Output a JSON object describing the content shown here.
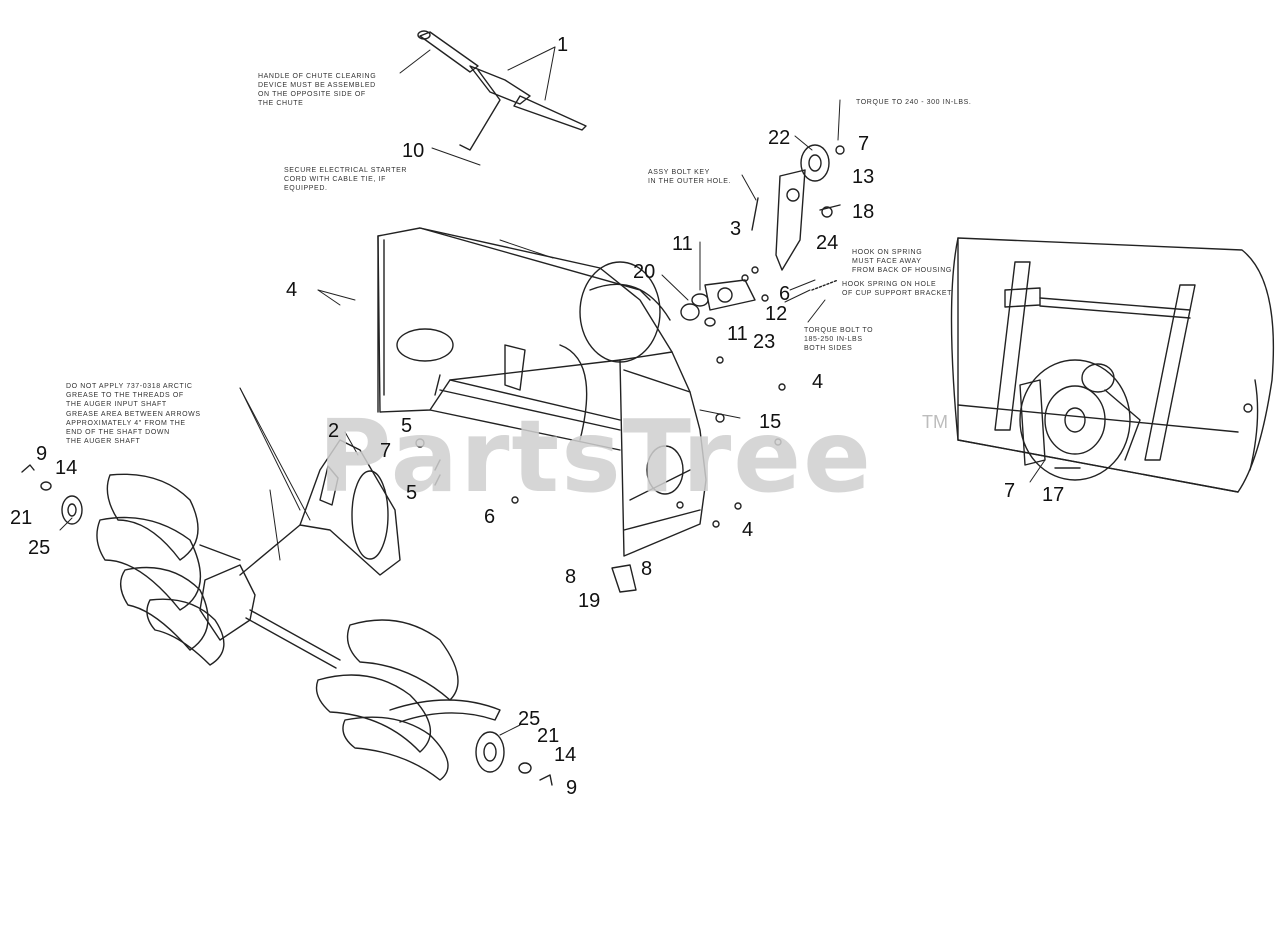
{
  "watermark": {
    "text": "PartsTree",
    "trademark": "TM"
  },
  "notes": {
    "chute_handle": "HANDLE OF CHUTE CLEARING\nDEVICE MUST BE ASSEMBLED\nON THE OPPOSITE SIDE OF\nTHE CHUTE",
    "starter_cord": "SECURE ELECTRICAL STARTER\nCORD WITH CABLE TIE, IF\nEQUIPPED.",
    "torque_pulley": "TORQUE TO 240 - 300 IN-LBS.",
    "bolt_outer": "ASSY BOLT KEY\nIN THE OUTER HOLE.",
    "hook_spring_1": "HOOK ON SPRING\nMUST FACE AWAY\nFROM BACK OF HOUSING",
    "hook_spring_2": "HOOK SPRING ON HOLE\nOF CUP SUPPORT BRACKET",
    "torque_bolt": "TORQUE BOLT TO\n185-250 IN-LBS\nBOTH SIDES",
    "grease_1": "DO NOT APPLY 737-0318 ARCTIC\nGREASE TO THE THREADS OF\nTHE AUGER INPUT SHAFT",
    "grease_2": "GREASE AREA BETWEEN ARROWS\nAPPROXIMATELY 4\" FROM THE\nEND OF THE SHAFT DOWN\nTHE AUGER SHAFT"
  },
  "labels": {
    "l1": "1",
    "l10": "10",
    "l22": "22",
    "l7a": "7",
    "l13": "13",
    "l18": "18",
    "l3": "3",
    "l11a": "11",
    "l24": "24",
    "l20": "20",
    "l6a": "6",
    "l12": "12",
    "l11b": "11",
    "l23": "23",
    "l4a": "4",
    "l4b": "4",
    "l15": "15",
    "l5a": "5",
    "l2": "2",
    "l7b": "7",
    "l5b": "5",
    "l6b": "6",
    "l4c": "4",
    "l9a": "9",
    "l14a": "14",
    "l21a": "21",
    "l25a": "25",
    "l8a": "8",
    "l8b": "8",
    "l19": "19",
    "l25b": "25",
    "l21b": "21",
    "l14b": "14",
    "l9b": "9",
    "l7c": "7",
    "l17": "17"
  }
}
